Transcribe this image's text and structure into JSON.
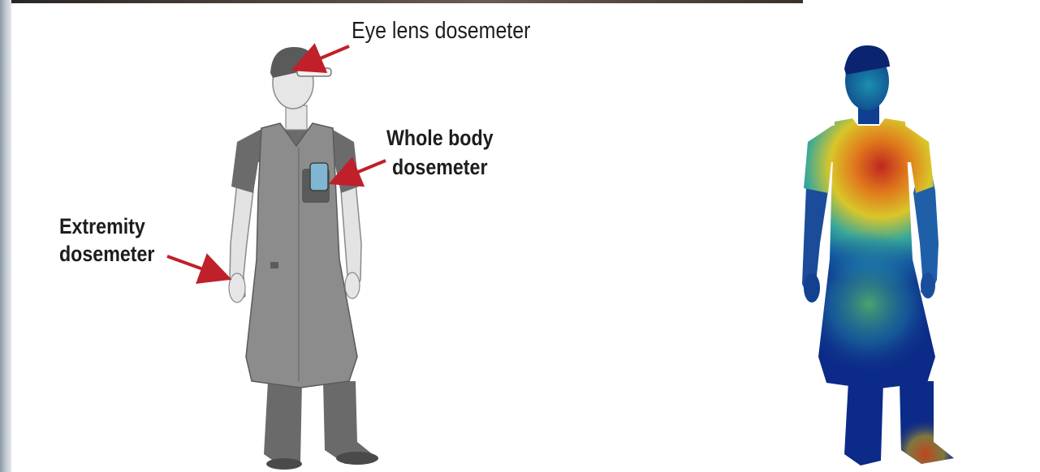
{
  "labels": {
    "eye_lens": "Eye lens dosemeter",
    "whole_body_line1": "Whole body",
    "whole_body_line2": "dosemeter",
    "extremity_line1": "Extremity",
    "extremity_line2": "dosemeter"
  },
  "colors": {
    "arrow": "#c0202a",
    "apron": "#8a8a8a",
    "shirt": "#6b6b6b",
    "skin": "#e6e6e6",
    "dosemeter": "#7fb6d2"
  },
  "illustrations": {
    "left": "grayscale-worker-with-dosemeters",
    "right": "dose-heatmap-figure"
  }
}
